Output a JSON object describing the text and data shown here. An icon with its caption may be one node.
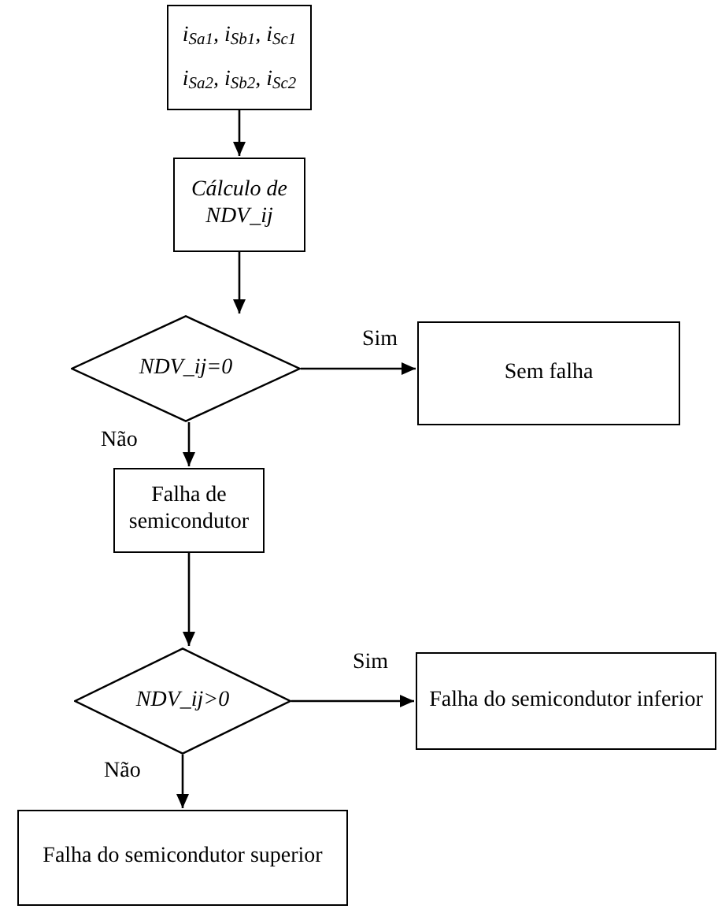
{
  "diagram": {
    "nodes": [
      {
        "text": [
          "i$_{Sa1}$, i$_{Sb1}$, i$_{Sc1}$ i$_{Sa2}$, i$_{Sb2}$, i$_{Sc2}$"
        ]
      },
      {
        "text": [
          "Cálculo de NDV_ij"
        ]
      },
      {
        "text": [
          "NDV_ij=0"
        ]
      },
      {
        "text": [
          "Sem falha"
        ]
      },
      {
        "text": [
          "Falha de semicondutor"
        ]
      },
      {
        "text": [
          "NDV_ij>0"
        ]
      },
      {
        "text": [
          "Falha do semicondutor inferior"
        ]
      },
      {
        "text": [
          "Falha do semicondutor superior"
        ]
      }
    ],
    "edges": [
      {
        "from": 0,
        "to": 1,
        "arrow": "to"
      },
      {
        "from": 1,
        "to": 2,
        "arrow": "to"
      },
      {
        "from": 2,
        "to": 3,
        "arrow": "to",
        "label": "Sim"
      },
      {
        "from": 2,
        "to": 4,
        "arrow": "to",
        "label": "Não"
      },
      {
        "from": 4,
        "to": 5,
        "arrow": "to"
      },
      {
        "from": 5,
        "to": 6,
        "arrow": "to",
        "label": "Sim"
      },
      {
        "from": 5,
        "to": 7,
        "arrow": "to",
        "label": "Não"
      }
    ]
  }
}
